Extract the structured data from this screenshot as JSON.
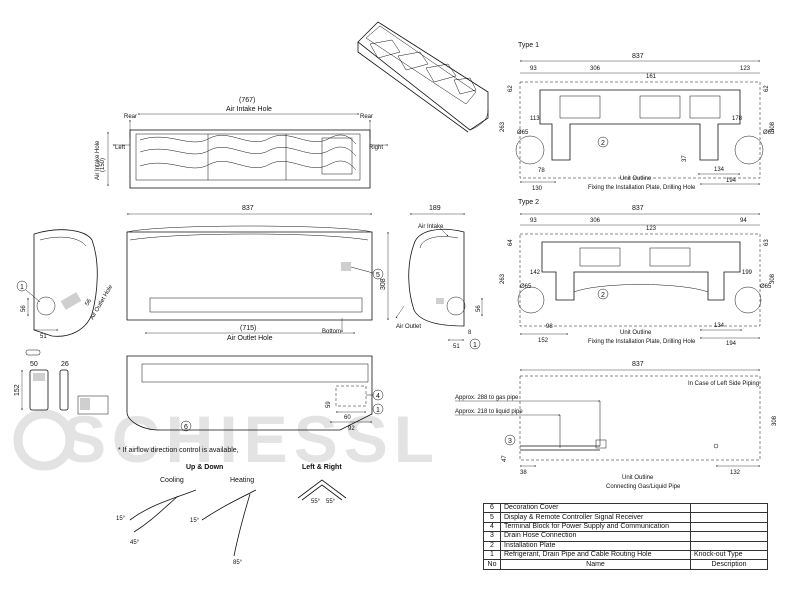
{
  "watermark": {
    "text": "SCHIESSL"
  },
  "top_view": {
    "dim_767": "(767)",
    "air_intake_hole": "Air Intake Hole",
    "rear_left": "Rear",
    "rear_right": "Rear",
    "left": "Left",
    "right": "Right",
    "dim_150": "(150)",
    "air_intake_hole_side": "Air Intake Hole"
  },
  "front_view": {
    "dim_837": "837",
    "dim_308": "308",
    "dim_715": "(715)",
    "air_outlet_hole": "Air Outlet Hole",
    "bottom": "Bottom",
    "callout_5": "5"
  },
  "left_side_view": {
    "callout_1": "1",
    "dim_56": "56",
    "dim_51": "51",
    "dim_56b": "56",
    "air_outlet_hole": "Air Outlet Hole"
  },
  "right_side_view": {
    "dim_189": "189",
    "air_intake": "Air Intake",
    "air_outlet": "Air Outlet",
    "dim_56": "56",
    "dim_51": "51",
    "dim_8": "8",
    "callout_1": "1"
  },
  "remote": {
    "dim_50": "50",
    "dim_26": "26",
    "dim_152": "152"
  },
  "bottom_view": {
    "callout_6": "6",
    "callout_4": "4",
    "callout_1": "1",
    "dim_60": "60",
    "dim_92": "92",
    "dim_59": "59"
  },
  "airflow": {
    "note": "* If airflow direction control is available,",
    "up_down": "Up & Down",
    "left_right": "Left & Right",
    "cooling": "Cooling",
    "heating": "Heating",
    "cool_a": "15°",
    "cool_b": "45°",
    "heat_a": "15°",
    "heat_b": "85°",
    "lr_a": "55°",
    "lr_b": "55°"
  },
  "type1": {
    "label": "Type 1",
    "dim_837": "837",
    "dim_93": "93",
    "dim_306": "306",
    "dim_161": "161",
    "dim_123": "123",
    "dim_263": "263",
    "dim_308": "308",
    "dim_62": "62",
    "dim_62b": "62",
    "dim_113": "113",
    "dim_178": "178",
    "dim_phi65a": "Ø65",
    "dim_phi65b": "Ø65",
    "dim_78": "78",
    "dim_37": "37",
    "dim_130": "130",
    "dim_134": "134",
    "dim_194": "194",
    "callout_2": "2",
    "unit_outline": "Unit Outline",
    "caption": "Fixing the Installation Plate, Drilling Hole"
  },
  "type2": {
    "label": "Type 2",
    "dim_837": "837",
    "dim_93": "93",
    "dim_306": "306",
    "dim_94": "94",
    "dim_123": "123",
    "dim_64": "64",
    "dim_63": "63",
    "dim_263": "263",
    "dim_308": "308",
    "dim_142": "142",
    "dim_199": "199",
    "dim_phi65a": "Ø65",
    "dim_phi65b": "Ø65",
    "dim_98": "98",
    "dim_152": "152",
    "dim_134": "134",
    "dim_194": "194",
    "callout_2": "2",
    "unit_outline": "Unit Outline",
    "caption": "Fixing the Installation Plate, Drilling Hole"
  },
  "piping": {
    "dim_837": "837",
    "case": "In Case of Left Side Piping",
    "gas_pipe": "Approx. 288 to gas pipe",
    "liquid_pipe": "Approx. 218 to liquid pipe",
    "callout_3": "3",
    "dim_47": "47",
    "dim_38": "38",
    "dim_132": "132",
    "dim_308": "308",
    "unit_outline": "Unit Outline",
    "caption": "Connecting Gas/Liquid Pipe"
  },
  "parts_table": {
    "rows": [
      {
        "no": "6",
        "name": "Decoration Cover",
        "desc": ""
      },
      {
        "no": "5",
        "name": "Display & Remote Controller Signal Receiver",
        "desc": ""
      },
      {
        "no": "4",
        "name": "Terminal Block for Power Supply and Communication",
        "desc": ""
      },
      {
        "no": "3",
        "name": "Drain Hose Connection",
        "desc": ""
      },
      {
        "no": "2",
        "name": "Installation Plate",
        "desc": ""
      },
      {
        "no": "1",
        "name": "Refrigerant, Drain Pipe and Cable Routing Hole",
        "desc": "Knock-out Type"
      }
    ],
    "header": {
      "no": "No",
      "name": "Name",
      "desc": "Description"
    }
  }
}
